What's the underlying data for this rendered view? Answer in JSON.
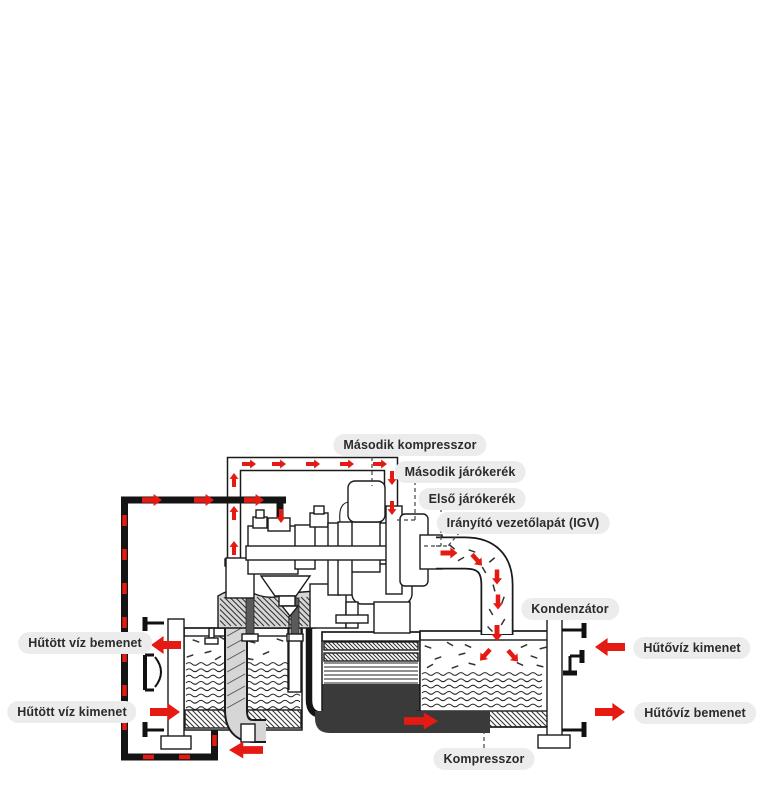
{
  "diagram": {
    "title_hint": "two-stage centrifugal chiller cutaway",
    "labels": {
      "second_compressor": "Második kompresszor",
      "second_impeller": "Második járókerék",
      "first_impeller": "Első járókerék",
      "igv": "Irányító vezetőlapát (IGV)",
      "condenser": "Kondenzátor",
      "chilled_water_inlet": "Hűtött víz bemenet",
      "chilled_water_outlet": "Hűtött víz kimenet",
      "cooling_water_outlet": "Hűtővíz kimenet",
      "cooling_water_inlet": "Hűtővíz bemenet",
      "compressor": "Kompresszor"
    },
    "colors": {
      "arrow_red": "#e51a12",
      "label_bg": "#ececec",
      "label_text": "#2b2b2b",
      "line_black": "#1a1a1a",
      "dark_fill": "#3a3a3a",
      "gray_fill": "#d6d6d6",
      "background": "#ffffff"
    }
  }
}
